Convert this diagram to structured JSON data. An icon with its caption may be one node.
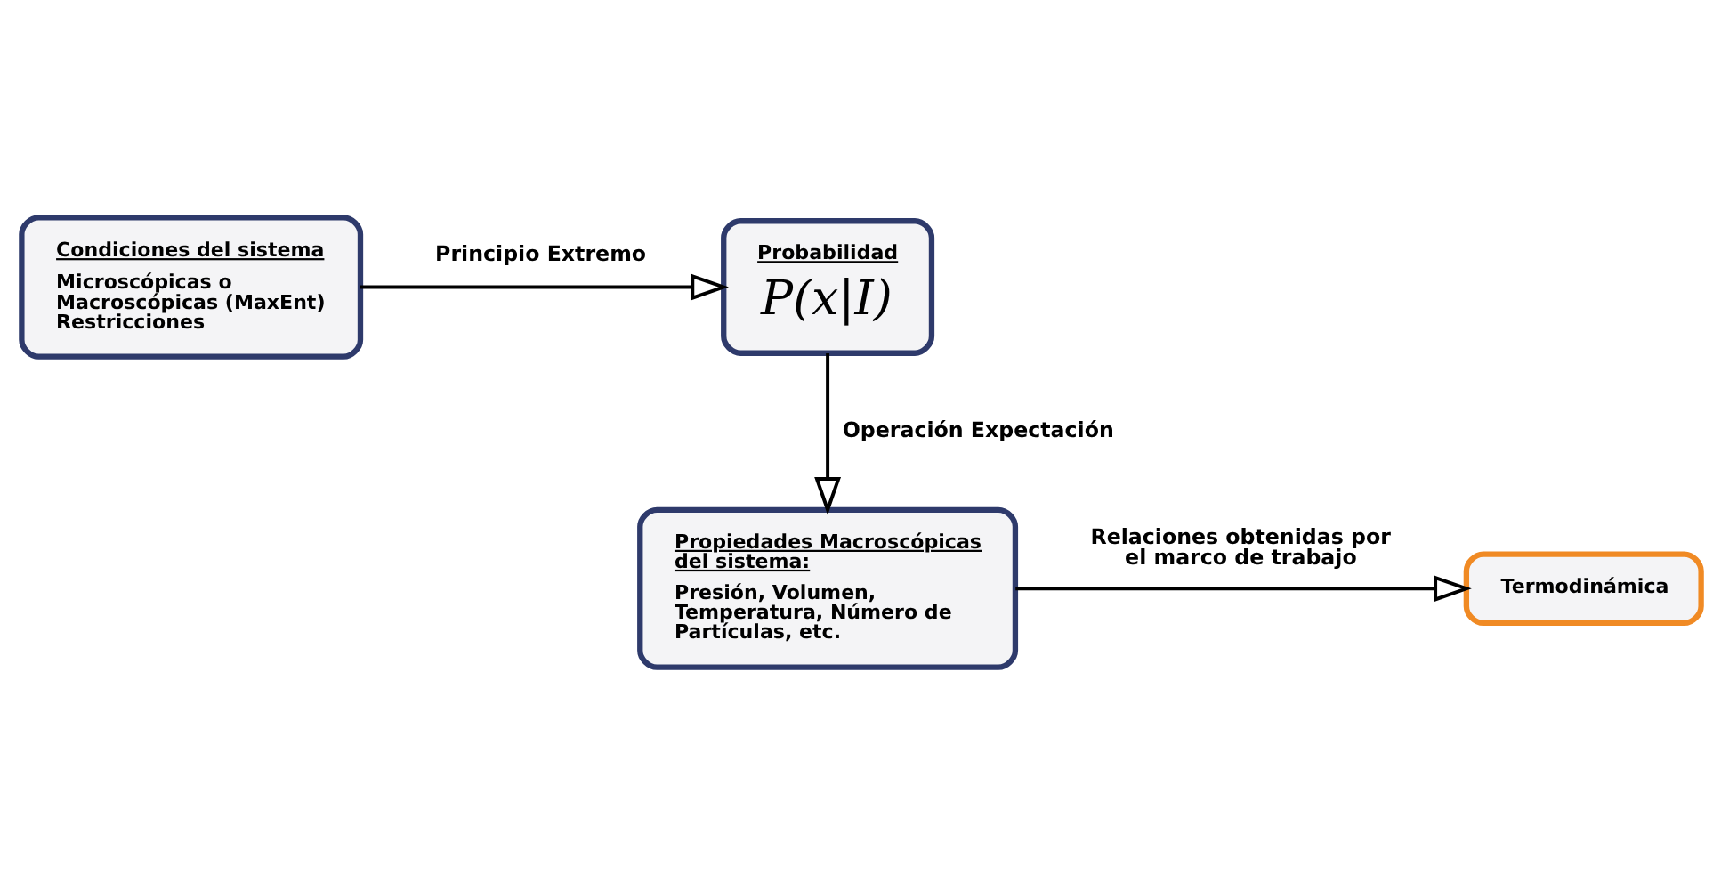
{
  "diagram": {
    "nodes": [
      {
        "text": [
          "Condiciones del sistema",
          "Microscópicas o Macroscópicas (MaxEnt) Restricciones"
        ]
      },
      {
        "text": [
          "Probabilidad",
          "P(x|I)"
        ]
      },
      {
        "text": [
          "Propiedades Macroscópicas del sistema:",
          "Presión, Volumen, Temperatura, Número de Partículas, etc."
        ]
      },
      {
        "text": [
          "Termodinámica"
        ]
      }
    ],
    "edges": [
      {
        "from": 0,
        "to": 1,
        "arrow": "to",
        "label": "Principio Extremo"
      },
      {
        "from": 1,
        "to": 2,
        "arrow": "to",
        "label": "Operación Expectación"
      },
      {
        "from": 2,
        "to": 3,
        "arrow": "to",
        "label": "Relaciones obtenidas por el marco de trabajo"
      }
    ]
  }
}
